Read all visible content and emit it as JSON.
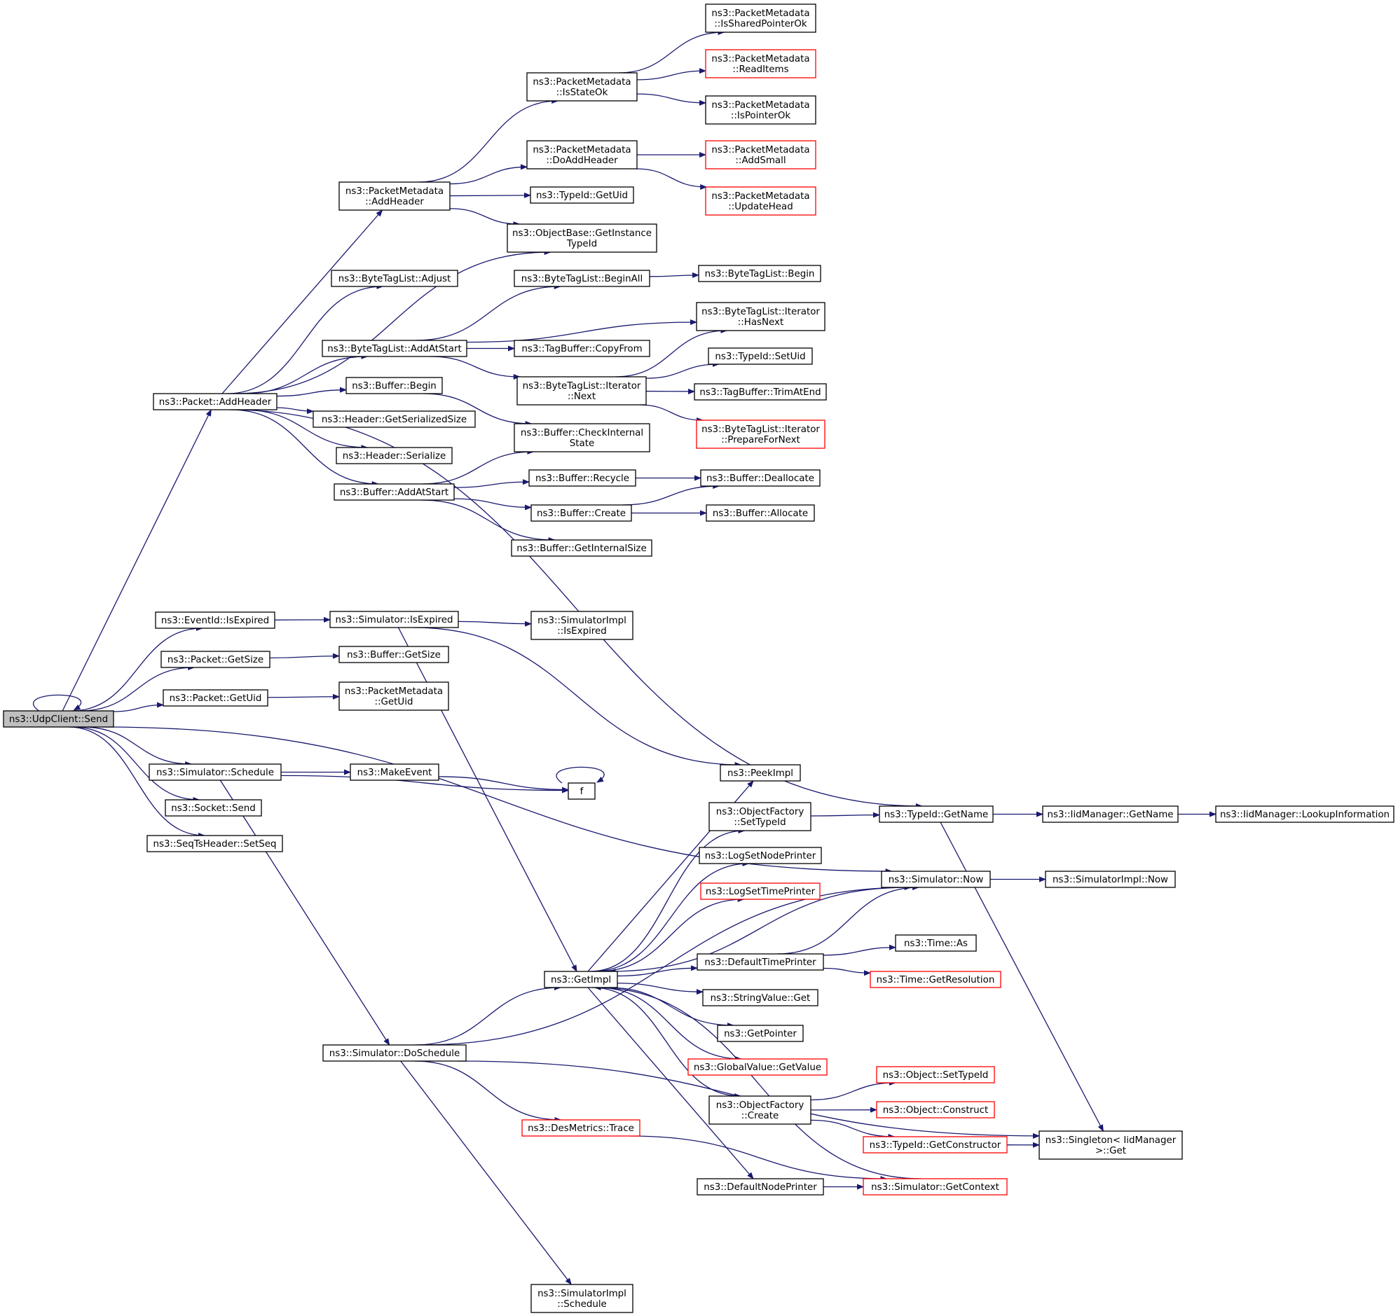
{
  "diagram": {
    "type": "call-graph",
    "colors": {
      "edge": "#191970",
      "normal_border": "#000000",
      "truncated_border": "#ff0000",
      "root_fill": "#bfbfbf",
      "node_fill": "#ffffff"
    },
    "nodes": [
      {
        "id": "send",
        "lines": [
          "ns3::UdpClient::Send"
        ],
        "style": "root"
      },
      {
        "id": "pkt_addheader",
        "lines": [
          "ns3::Packet::AddHeader"
        ],
        "style": "normal"
      },
      {
        "id": "pm_addheader",
        "lines": [
          "ns3::PacketMetadata",
          "::AddHeader"
        ],
        "style": "normal"
      },
      {
        "id": "pm_isstateok",
        "lines": [
          "ns3::PacketMetadata",
          "::IsStateOk"
        ],
        "style": "normal"
      },
      {
        "id": "pm_issharedptr",
        "lines": [
          "ns3::PacketMetadata",
          "::IsSharedPointerOk"
        ],
        "style": "normal"
      },
      {
        "id": "pm_readitems",
        "lines": [
          "ns3::PacketMetadata",
          "::ReadItems"
        ],
        "style": "truncated"
      },
      {
        "id": "pm_isptrok",
        "lines": [
          "ns3::PacketMetadata",
          "::IsPointerOk"
        ],
        "style": "normal"
      },
      {
        "id": "pm_doaddheader",
        "lines": [
          "ns3::PacketMetadata",
          "::DoAddHeader"
        ],
        "style": "normal"
      },
      {
        "id": "pm_addsmall",
        "lines": [
          "ns3::PacketMetadata",
          "::AddSmall"
        ],
        "style": "truncated"
      },
      {
        "id": "pm_updatehead",
        "lines": [
          "ns3::PacketMetadata",
          "::UpdateHead"
        ],
        "style": "truncated"
      },
      {
        "id": "typeid_getuid",
        "lines": [
          "ns3::TypeId::GetUid"
        ],
        "style": "normal"
      },
      {
        "id": "objbase_getinst",
        "lines": [
          "ns3::ObjectBase::GetInstance",
          "TypeId"
        ],
        "style": "normal"
      },
      {
        "id": "btl_adjust",
        "lines": [
          "ns3::ByteTagList::Adjust"
        ],
        "style": "normal"
      },
      {
        "id": "btl_beginall",
        "lines": [
          "ns3::ByteTagList::BeginAll"
        ],
        "style": "normal"
      },
      {
        "id": "btl_begin",
        "lines": [
          "ns3::ByteTagList::Begin"
        ],
        "style": "normal"
      },
      {
        "id": "btl_addatstart",
        "lines": [
          "ns3::ByteTagList::AddAtStart"
        ],
        "style": "normal"
      },
      {
        "id": "btli_hasnext",
        "lines": [
          "ns3::ByteTagList::Iterator",
          "::HasNext"
        ],
        "style": "normal"
      },
      {
        "id": "tagbuf_copyfrom",
        "lines": [
          "ns3::TagBuffer::CopyFrom"
        ],
        "style": "normal"
      },
      {
        "id": "btli_next",
        "lines": [
          "ns3::ByteTagList::Iterator",
          "::Next"
        ],
        "style": "normal"
      },
      {
        "id": "typeid_setuid",
        "lines": [
          "ns3::TypeId::SetUid"
        ],
        "style": "normal"
      },
      {
        "id": "tagbuf_trim",
        "lines": [
          "ns3::TagBuffer::TrimAtEnd"
        ],
        "style": "normal"
      },
      {
        "id": "btli_prepare",
        "lines": [
          "ns3::ByteTagList::Iterator",
          "::PrepareForNext"
        ],
        "style": "truncated"
      },
      {
        "id": "buf_begin",
        "lines": [
          "ns3::Buffer::Begin"
        ],
        "style": "normal"
      },
      {
        "id": "hdr_getsersize",
        "lines": [
          "ns3::Header::GetSerializedSize"
        ],
        "style": "normal"
      },
      {
        "id": "buf_checkint",
        "lines": [
          "ns3::Buffer::CheckInternal",
          "State"
        ],
        "style": "normal"
      },
      {
        "id": "hdr_serialize",
        "lines": [
          "ns3::Header::Serialize"
        ],
        "style": "normal"
      },
      {
        "id": "buf_addatstart",
        "lines": [
          "ns3::Buffer::AddAtStart"
        ],
        "style": "normal"
      },
      {
        "id": "buf_recycle",
        "lines": [
          "ns3::Buffer::Recycle"
        ],
        "style": "normal"
      },
      {
        "id": "buf_dealloc",
        "lines": [
          "ns3::Buffer::Deallocate"
        ],
        "style": "normal"
      },
      {
        "id": "buf_create",
        "lines": [
          "ns3::Buffer::Create"
        ],
        "style": "normal"
      },
      {
        "id": "buf_alloc",
        "lines": [
          "ns3::Buffer::Allocate"
        ],
        "style": "normal"
      },
      {
        "id": "buf_getintsize",
        "lines": [
          "ns3::Buffer::GetInternalSize"
        ],
        "style": "normal"
      },
      {
        "id": "evid_isexpired",
        "lines": [
          "ns3::EventId::IsExpired"
        ],
        "style": "normal"
      },
      {
        "id": "sim_isexpired",
        "lines": [
          "ns3::Simulator::IsExpired"
        ],
        "style": "normal"
      },
      {
        "id": "simimpl_isexpired",
        "lines": [
          "ns3::SimulatorImpl",
          "::IsExpired"
        ],
        "style": "normal"
      },
      {
        "id": "pkt_getsize",
        "lines": [
          "ns3::Packet::GetSize"
        ],
        "style": "normal"
      },
      {
        "id": "buf_getsize",
        "lines": [
          "ns3::Buffer::GetSize"
        ],
        "style": "normal"
      },
      {
        "id": "pkt_getuid",
        "lines": [
          "ns3::Packet::GetUid"
        ],
        "style": "normal"
      },
      {
        "id": "pm_getuid",
        "lines": [
          "ns3::PacketMetadata",
          "::GetUid"
        ],
        "style": "normal"
      },
      {
        "id": "sim_schedule",
        "lines": [
          "ns3::Simulator::Schedule"
        ],
        "style": "normal"
      },
      {
        "id": "makeevent",
        "lines": [
          "ns3::MakeEvent"
        ],
        "style": "normal"
      },
      {
        "id": "f",
        "lines": [
          "f"
        ],
        "style": "normal"
      },
      {
        "id": "socket_send",
        "lines": [
          "ns3::Socket::Send"
        ],
        "style": "normal"
      },
      {
        "id": "seqts_setseq",
        "lines": [
          "ns3::SeqTsHeader::SetSeq"
        ],
        "style": "normal"
      },
      {
        "id": "peekimpl",
        "lines": [
          "ns3::PeekImpl"
        ],
        "style": "normal"
      },
      {
        "id": "of_settypeid",
        "lines": [
          "ns3::ObjectFactory",
          "::SetTypeId"
        ],
        "style": "normal"
      },
      {
        "id": "typeid_getname",
        "lines": [
          "ns3::TypeId::GetName"
        ],
        "style": "normal"
      },
      {
        "id": "iid_getname",
        "lines": [
          "ns3::IidManager::GetName"
        ],
        "style": "normal"
      },
      {
        "id": "iid_lookup",
        "lines": [
          "ns3::IidManager::LookupInformation"
        ],
        "style": "normal"
      },
      {
        "id": "logsetnode",
        "lines": [
          "ns3::LogSetNodePrinter"
        ],
        "style": "normal"
      },
      {
        "id": "logsettime",
        "lines": [
          "ns3::LogSetTimePrinter"
        ],
        "style": "truncated"
      },
      {
        "id": "sim_now",
        "lines": [
          "ns3::Simulator::Now"
        ],
        "style": "normal"
      },
      {
        "id": "simimpl_now",
        "lines": [
          "ns3::SimulatorImpl::Now"
        ],
        "style": "normal"
      },
      {
        "id": "time_as",
        "lines": [
          "ns3::Time::As"
        ],
        "style": "normal"
      },
      {
        "id": "deftimeprinter",
        "lines": [
          "ns3::DefaultTimePrinter"
        ],
        "style": "normal"
      },
      {
        "id": "time_getres",
        "lines": [
          "ns3::Time::GetResolution"
        ],
        "style": "truncated"
      },
      {
        "id": "getimpl",
        "lines": [
          "ns3::GetImpl"
        ],
        "style": "normal"
      },
      {
        "id": "strval_get",
        "lines": [
          "ns3::StringValue::Get"
        ],
        "style": "normal"
      },
      {
        "id": "getpointer",
        "lines": [
          "ns3::GetPointer"
        ],
        "style": "normal"
      },
      {
        "id": "sim_doschedule",
        "lines": [
          "ns3::Simulator::DoSchedule"
        ],
        "style": "normal"
      },
      {
        "id": "gv_getvalue",
        "lines": [
          "ns3::GlobalValue::GetValue"
        ],
        "style": "truncated"
      },
      {
        "id": "obj_settypeid",
        "lines": [
          "ns3::Object::SetTypeId"
        ],
        "style": "truncated"
      },
      {
        "id": "of_create",
        "lines": [
          "ns3::ObjectFactory",
          "::Create"
        ],
        "style": "normal"
      },
      {
        "id": "obj_construct",
        "lines": [
          "ns3::Object::Construct"
        ],
        "style": "truncated"
      },
      {
        "id": "desmetrics",
        "lines": [
          "ns3::DesMetrics::Trace"
        ],
        "style": "truncated"
      },
      {
        "id": "typeid_getctor",
        "lines": [
          "ns3::TypeId::GetConstructor"
        ],
        "style": "truncated"
      },
      {
        "id": "singleton_get",
        "lines": [
          "ns3::Singleton< IidManager",
          " >::Get"
        ],
        "style": "normal"
      },
      {
        "id": "defnodeprinter",
        "lines": [
          "ns3::DefaultNodePrinter"
        ],
        "style": "normal"
      },
      {
        "id": "sim_getcontext",
        "lines": [
          "ns3::Simulator::GetContext"
        ],
        "style": "truncated"
      },
      {
        "id": "simimpl_schedule",
        "lines": [
          "ns3::SimulatorImpl",
          "::Schedule"
        ],
        "style": "normal"
      }
    ],
    "edges": [
      [
        "send",
        "send"
      ],
      [
        "send",
        "pkt_addheader"
      ],
      [
        "send",
        "evid_isexpired"
      ],
      [
        "send",
        "pkt_getsize"
      ],
      [
        "send",
        "pkt_getuid"
      ],
      [
        "send",
        "sim_now"
      ],
      [
        "send",
        "sim_schedule"
      ],
      [
        "send",
        "socket_send"
      ],
      [
        "send",
        "seqts_setseq"
      ],
      [
        "pkt_addheader",
        "pm_addheader"
      ],
      [
        "pkt_addheader",
        "btl_adjust"
      ],
      [
        "pkt_addheader",
        "objbase_getinst"
      ],
      [
        "pkt_addheader",
        "btl_addatstart"
      ],
      [
        "pkt_addheader",
        "buf_begin"
      ],
      [
        "pkt_addheader",
        "hdr_getsersize"
      ],
      [
        "pkt_addheader",
        "hdr_serialize"
      ],
      [
        "pkt_addheader",
        "buf_addatstart"
      ],
      [
        "pkt_addheader",
        "typeid_getname"
      ],
      [
        "pm_addheader",
        "pm_isstateok"
      ],
      [
        "pm_addheader",
        "pm_doaddheader"
      ],
      [
        "pm_addheader",
        "typeid_getuid"
      ],
      [
        "pm_addheader",
        "objbase_getinst"
      ],
      [
        "pm_isstateok",
        "pm_issharedptr"
      ],
      [
        "pm_isstateok",
        "pm_readitems"
      ],
      [
        "pm_isstateok",
        "pm_isptrok"
      ],
      [
        "pm_doaddheader",
        "pm_addsmall"
      ],
      [
        "pm_doaddheader",
        "pm_updatehead"
      ],
      [
        "btl_addatstart",
        "btl_beginall"
      ],
      [
        "btl_addatstart",
        "btli_hasnext"
      ],
      [
        "btl_addatstart",
        "tagbuf_copyfrom"
      ],
      [
        "btl_addatstart",
        "btli_next"
      ],
      [
        "btl_beginall",
        "btl_begin"
      ],
      [
        "btli_next",
        "btli_hasnext"
      ],
      [
        "btli_next",
        "typeid_setuid"
      ],
      [
        "btli_next",
        "tagbuf_trim"
      ],
      [
        "btli_next",
        "btli_prepare"
      ],
      [
        "buf_begin",
        "buf_checkint"
      ],
      [
        "buf_addatstart",
        "buf_checkint"
      ],
      [
        "buf_addatstart",
        "buf_recycle"
      ],
      [
        "buf_addatstart",
        "buf_create"
      ],
      [
        "buf_addatstart",
        "buf_getintsize"
      ],
      [
        "buf_recycle",
        "buf_dealloc"
      ],
      [
        "buf_create",
        "buf_dealloc"
      ],
      [
        "buf_create",
        "buf_alloc"
      ],
      [
        "evid_isexpired",
        "sim_isexpired"
      ],
      [
        "sim_isexpired",
        "simimpl_isexpired"
      ],
      [
        "sim_isexpired",
        "peekimpl"
      ],
      [
        "sim_isexpired",
        "getimpl"
      ],
      [
        "pkt_getsize",
        "buf_getsize"
      ],
      [
        "pkt_getuid",
        "pm_getuid"
      ],
      [
        "sim_schedule",
        "makeevent"
      ],
      [
        "sim_schedule",
        "f"
      ],
      [
        "sim_schedule",
        "sim_doschedule"
      ],
      [
        "makeevent",
        "f"
      ],
      [
        "f",
        "f"
      ],
      [
        "of_settypeid",
        "typeid_getname"
      ],
      [
        "typeid_getname",
        "iid_getname"
      ],
      [
        "typeid_getname",
        "singleton_get"
      ],
      [
        "iid_getname",
        "iid_lookup"
      ],
      [
        "sim_now",
        "simimpl_now"
      ],
      [
        "sim_now",
        "getimpl"
      ],
      [
        "deftimeprinter",
        "sim_now"
      ],
      [
        "deftimeprinter",
        "time_as"
      ],
      [
        "deftimeprinter",
        "time_getres"
      ],
      [
        "getimpl",
        "peekimpl"
      ],
      [
        "getimpl",
        "of_settypeid"
      ],
      [
        "getimpl",
        "logsetnode"
      ],
      [
        "getimpl",
        "logsettime"
      ],
      [
        "getimpl",
        "deftimeprinter"
      ],
      [
        "getimpl",
        "strval_get"
      ],
      [
        "getimpl",
        "getpointer"
      ],
      [
        "getimpl",
        "gv_getvalue"
      ],
      [
        "getimpl",
        "of_create"
      ],
      [
        "getimpl",
        "defnodeprinter"
      ],
      [
        "of_create",
        "obj_settypeid"
      ],
      [
        "of_create",
        "obj_construct"
      ],
      [
        "of_create",
        "typeid_getctor"
      ],
      [
        "typeid_getctor",
        "singleton_get"
      ],
      [
        "sim_doschedule",
        "getimpl"
      ],
      [
        "sim_doschedule",
        "sim_now"
      ],
      [
        "sim_doschedule",
        "desmetrics"
      ],
      [
        "sim_doschedule",
        "singleton_get"
      ],
      [
        "sim_doschedule",
        "simimpl_schedule"
      ],
      [
        "desmetrics",
        "sim_getcontext"
      ],
      [
        "defnodeprinter",
        "sim_getcontext"
      ],
      [
        "sim_getcontext",
        "getimpl"
      ]
    ]
  }
}
